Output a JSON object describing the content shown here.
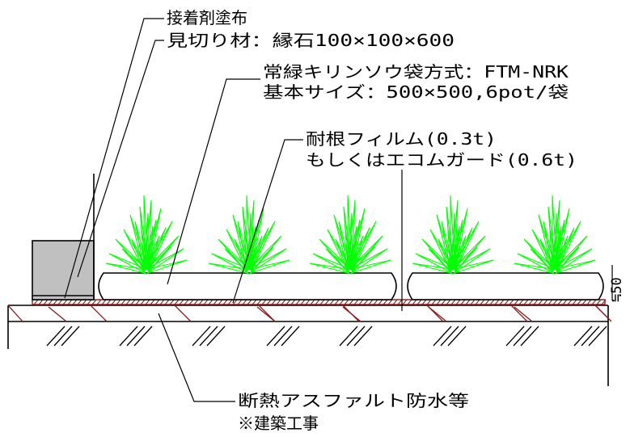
{
  "labels": {
    "adhesive": "接着剤塗布",
    "edging": "見切り材：縁石100×100×600",
    "method": "常緑キリンソウ袋方式：FTM-NRK",
    "size": "基本サイズ：500×500,6pot/袋",
    "film1": "耐根フィルム(0.3t)",
    "film2": "もしくはエコムガード(0.6t)",
    "waterproof": "断熱アスファルト防水等",
    "note": "※建築工事",
    "dimension": "≒50"
  },
  "colors": {
    "plant": "#00ff00",
    "curb": "#c0c0c0",
    "film": "#8b1a1a",
    "hatch": "#8b1a1a",
    "line": "#000000"
  },
  "components": {
    "plants": 5,
    "bags": 2,
    "icon_names": [
      "plant-icon",
      "curb-block",
      "bag-pillow"
    ]
  }
}
